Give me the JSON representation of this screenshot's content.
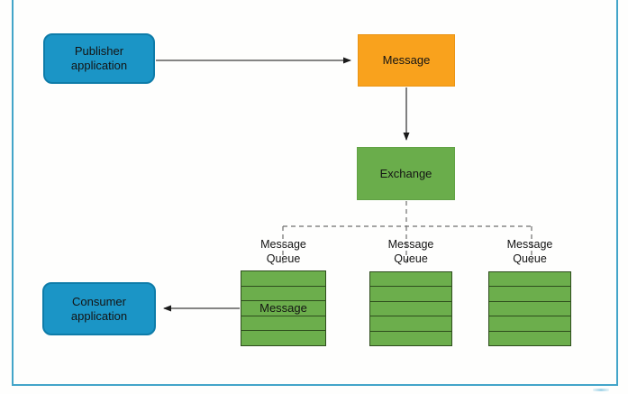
{
  "diagram": {
    "publisher_label": "Publisher\napplication",
    "message_label": "Message",
    "exchange_label": "Exchange",
    "consumer_label": "Consumer\napplication",
    "queues": [
      {
        "label": "Message\nQueue",
        "rows": 5,
        "message_row_label": "Message"
      },
      {
        "label": "Message\nQueue",
        "rows": 5
      },
      {
        "label": "Message\nQueue",
        "rows": 5
      }
    ],
    "colors": {
      "publisher_consumer_fill": "#1b95c6",
      "publisher_consumer_border": "#0e7ca9",
      "message_fill": "#f9a21d",
      "exchange_fill": "#6aad4b",
      "queue_fill": "#6cae4c",
      "queue_border": "#2e4d1d",
      "frame_border": "#43a5c9",
      "connector": "#3d3d3d",
      "dashed_connector": "#6e6e6e"
    }
  }
}
